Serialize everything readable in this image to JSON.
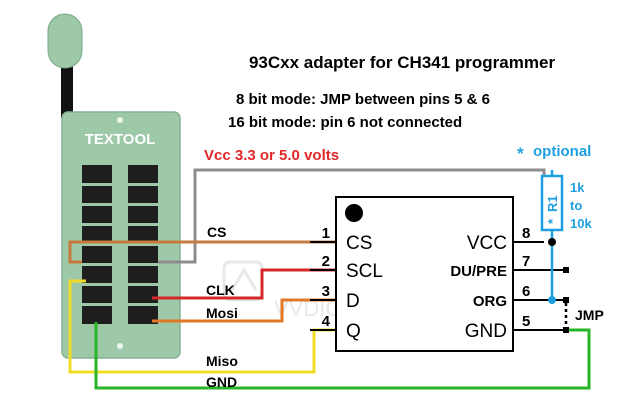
{
  "title": "93Cxx adapter for CH341 programmer",
  "notes": {
    "mode8": "8 bit mode: JMP between pins 5 & 6",
    "mode16": "16 bit mode: pin 6 not connected"
  },
  "vcc_label": "Vcc 3.3 or 5.0 volts",
  "optional": {
    "star": "*",
    "text": "optional"
  },
  "resistor": {
    "name": "R1",
    "star": "*",
    "value_lines": [
      "1k",
      "to",
      "10k"
    ]
  },
  "socket": {
    "brand": "TEXTOOL"
  },
  "chip": {
    "left_pins": [
      {
        "num": "1",
        "name": "CS"
      },
      {
        "num": "2",
        "name": "SCL"
      },
      {
        "num": "3",
        "name": "D"
      },
      {
        "num": "4",
        "name": "Q"
      }
    ],
    "right_pins": [
      {
        "num": "8",
        "name": "VCC"
      },
      {
        "num": "7",
        "name": "DU/PRE"
      },
      {
        "num": "6",
        "name": "ORG"
      },
      {
        "num": "5",
        "name": "GND"
      }
    ]
  },
  "wire_labels": {
    "cs": "CS",
    "clk": "CLK",
    "mosi": "Mosi",
    "miso": "Miso",
    "gnd": "GND"
  },
  "jumper_label": "JMP",
  "watermark": "VVDIGIT.NET",
  "colors": {
    "socket_body": "#9ec9a9",
    "socket_slot": "#1e1e1e",
    "lever": "#9ec9a9",
    "vcc_wire": "#8c8c8c",
    "cs_wire": "#c87a3c",
    "clk_wire": "#d62828",
    "mosi_wire": "#e07828",
    "miso_wire": "#f0dc28",
    "gnd_wire": "#28b428",
    "red_text": "#e02828",
    "blue_text": "#1ea0e0",
    "black": "#000000"
  }
}
